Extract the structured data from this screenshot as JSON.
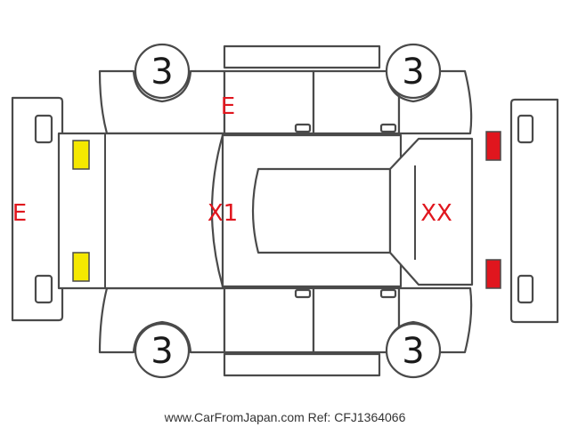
{
  "colors": {
    "mark": "#e0161e",
    "outline": "#4a4a4a",
    "headlight": "#f5e800",
    "taillight": "#e0161e"
  },
  "marks": {
    "top_left_wheel": "3",
    "top_right_wheel": "3",
    "bottom_left_wheel": "3",
    "bottom_right_wheel": "3",
    "front_bumper": "E",
    "left_front_fender": "E",
    "windshield": "X1",
    "rear_window": "XX"
  },
  "footer": {
    "credit": "www.CarFromJapan.com Ref: CFJ1364066"
  }
}
